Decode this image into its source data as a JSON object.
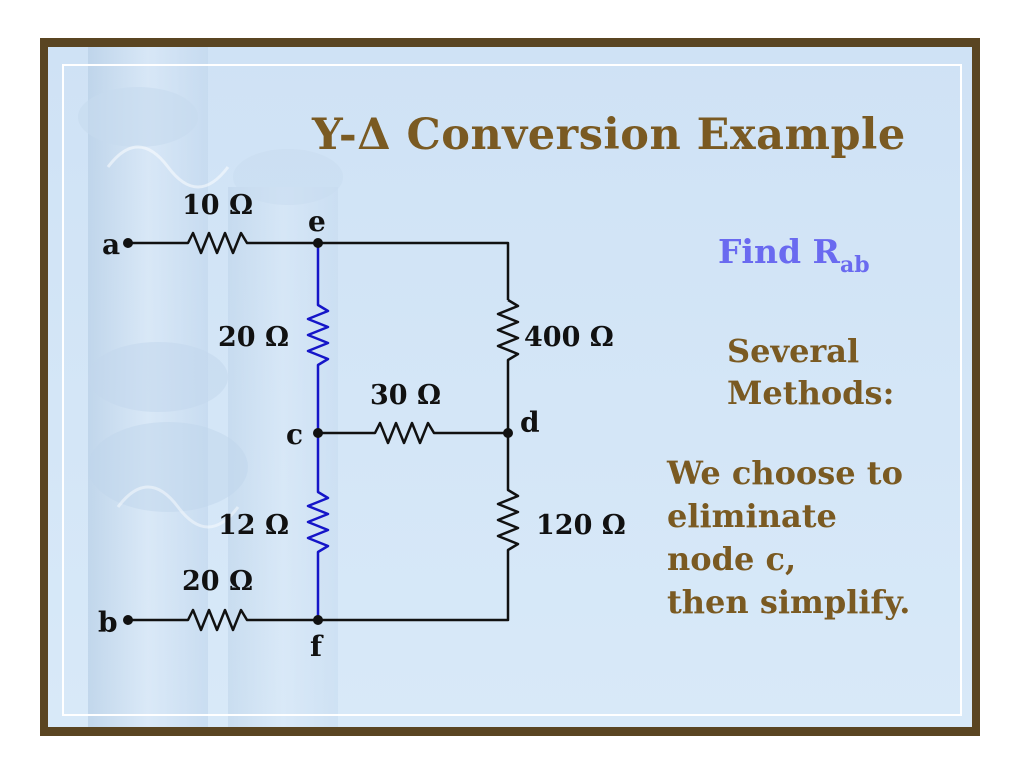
{
  "slide": {
    "title": "Y-Δ Conversion Example",
    "find_prefix": "Find R",
    "find_subscript": "ab",
    "methods_line1": "Several",
    "methods_line2": "Methods:",
    "choose_lines": [
      "We choose to",
      "eliminate",
      "node c,",
      "then simplify."
    ]
  },
  "circuit": {
    "resistors": [
      {
        "id": "r-ae",
        "label": "10 Ω"
      },
      {
        "id": "r-ec",
        "label": "20 Ω"
      },
      {
        "id": "r-ed",
        "label": "400 Ω"
      },
      {
        "id": "r-cd",
        "label": "30 Ω"
      },
      {
        "id": "r-cf",
        "label": "12 Ω"
      },
      {
        "id": "r-df",
        "label": "120 Ω"
      },
      {
        "id": "r-bf",
        "label": "20 Ω"
      }
    ],
    "nodes": [
      "a",
      "b",
      "c",
      "d",
      "e",
      "f"
    ]
  },
  "colors": {
    "title": "#7a5a22",
    "find": "#6a6af0",
    "frame": "#5a4522",
    "wire": "#111111",
    "highlight_wire": "#1515c8"
  }
}
